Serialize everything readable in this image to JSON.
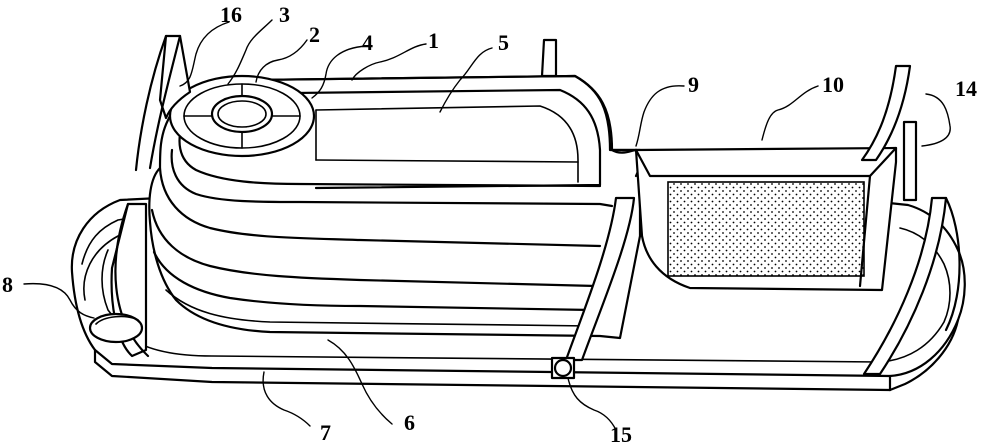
{
  "figure": {
    "callouts": [
      {
        "id": "1",
        "text": "1"
      },
      {
        "id": "2",
        "text": "2"
      },
      {
        "id": "3",
        "text": "3"
      },
      {
        "id": "4",
        "text": "4"
      },
      {
        "id": "5",
        "text": "5"
      },
      {
        "id": "6",
        "text": "6"
      },
      {
        "id": "7",
        "text": "7"
      },
      {
        "id": "8",
        "text": "8"
      },
      {
        "id": "9",
        "text": "9"
      },
      {
        "id": "10",
        "text": "10"
      },
      {
        "id": "14",
        "text": "14"
      },
      {
        "id": "15",
        "text": "15"
      },
      {
        "id": "16",
        "text": "16"
      }
    ]
  }
}
